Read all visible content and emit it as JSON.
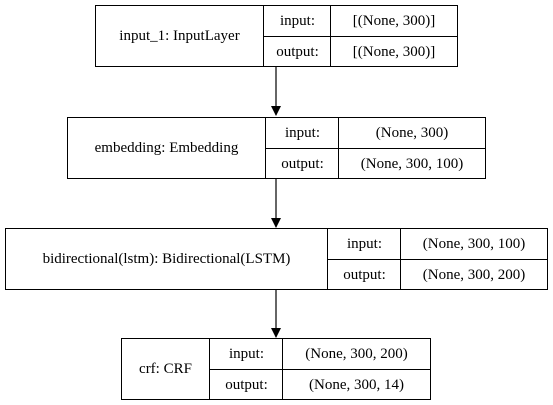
{
  "nodes": [
    {
      "name": "input_1: InputLayer",
      "input_label": "input:",
      "input_value": "[(None, 300)]",
      "output_label": "output:",
      "output_value": "[(None, 300)]"
    },
    {
      "name": "embedding: Embedding",
      "input_label": "input:",
      "input_value": "(None, 300)",
      "output_label": "output:",
      "output_value": "(None, 300, 100)"
    },
    {
      "name": "bidirectional(lstm): Bidirectional(LSTM)",
      "input_label": "input:",
      "input_value": "(None, 300, 100)",
      "output_label": "output:",
      "output_value": "(None, 300, 200)"
    },
    {
      "name": "crf: CRF",
      "input_label": "input:",
      "input_value": "(None, 300, 200)",
      "output_label": "output:",
      "output_value": "(None, 300, 14)"
    }
  ]
}
